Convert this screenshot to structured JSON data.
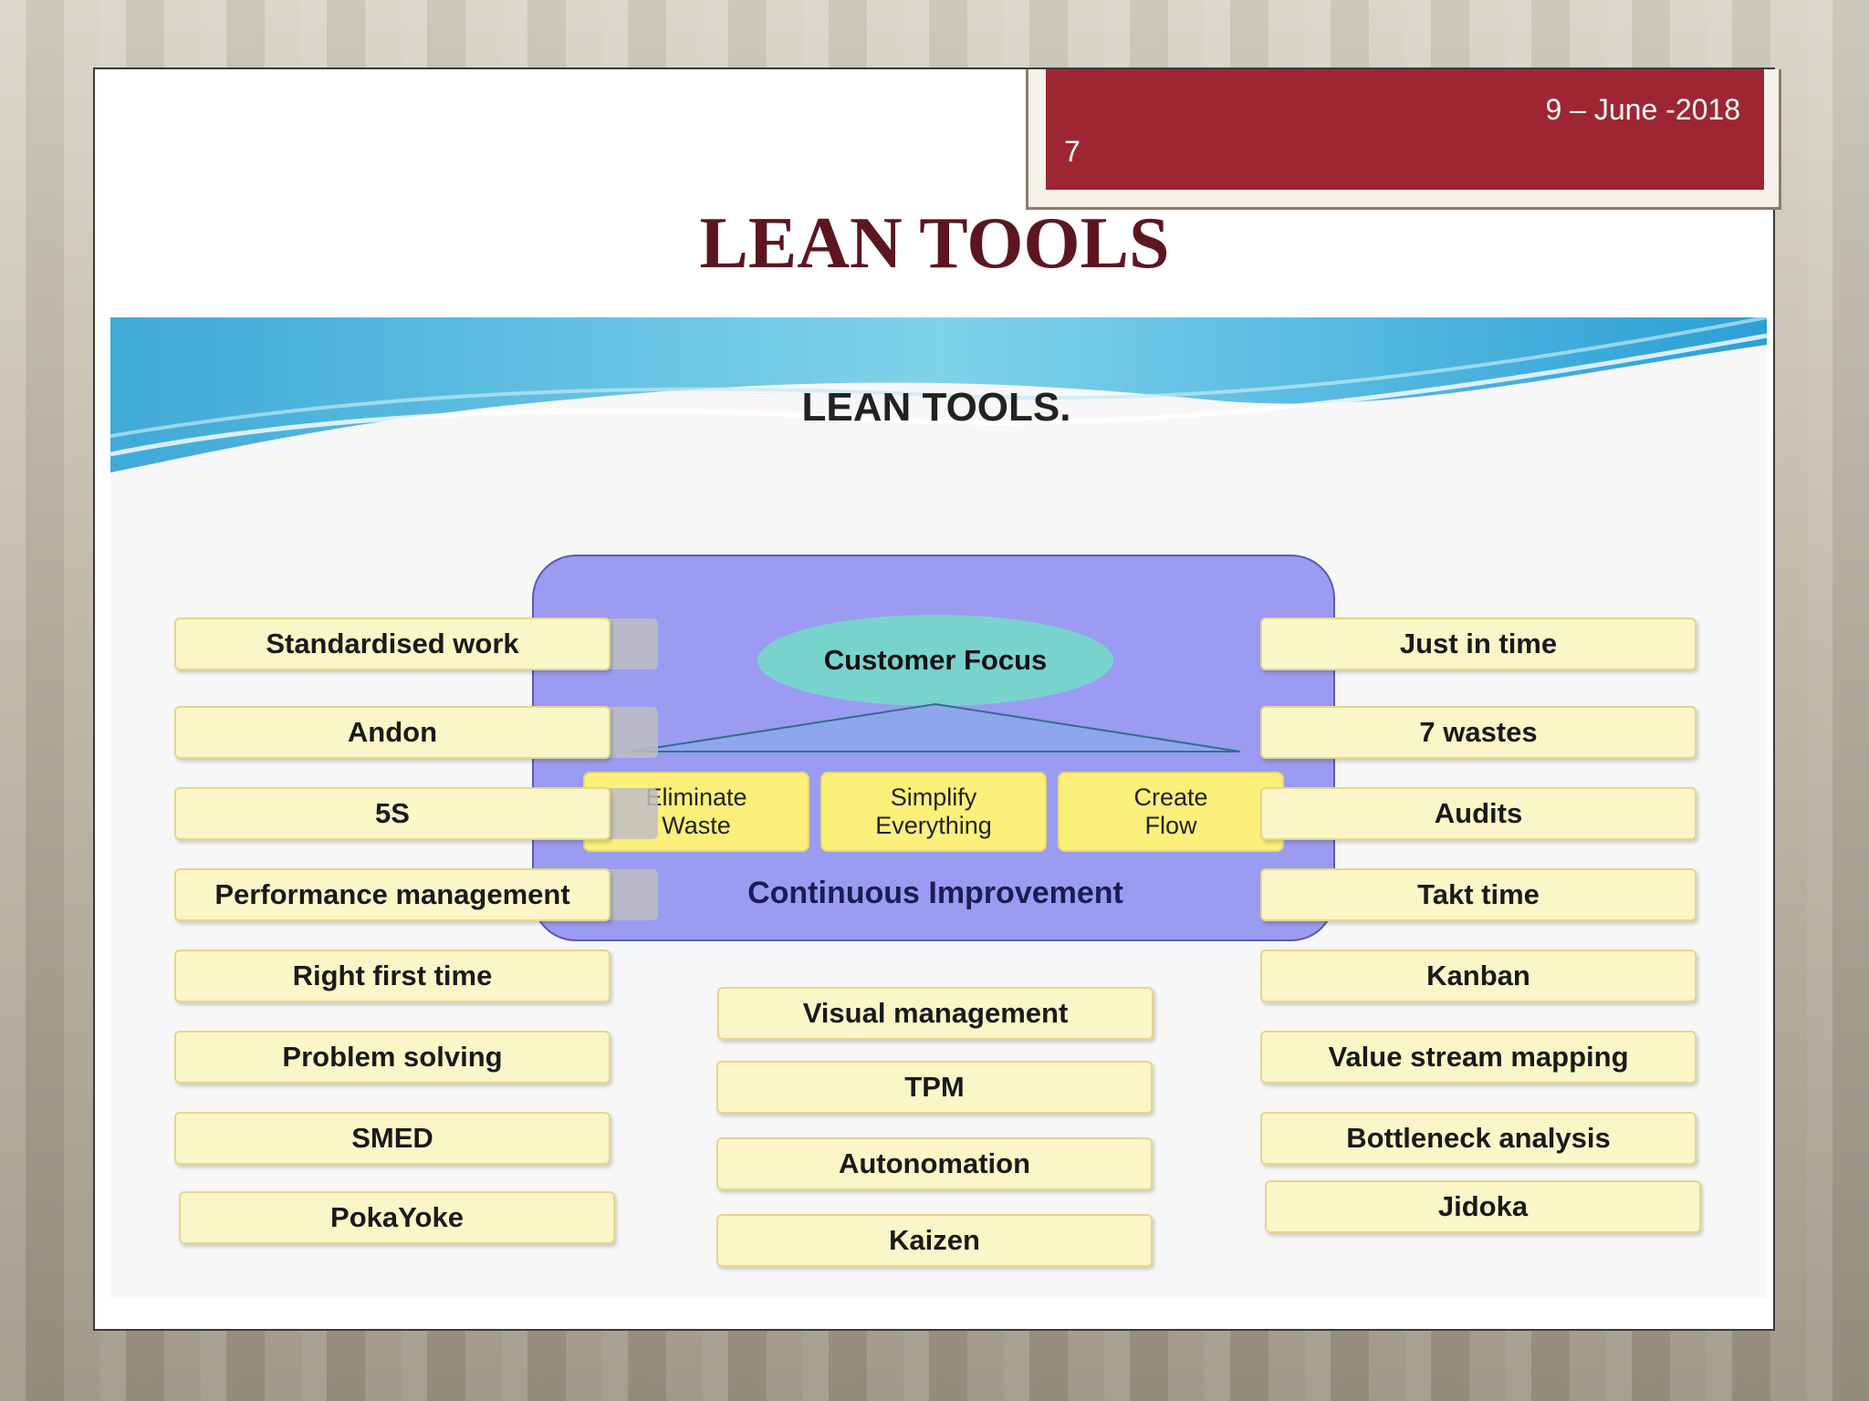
{
  "header": {
    "date": "9 – June -2018",
    "slide_number": "7"
  },
  "slide_title": "LEAN TOOLS",
  "diagram": {
    "title": "LEAN TOOLS.",
    "core": {
      "focus": "Customer Focus",
      "principles": [
        "Eliminate\nWaste",
        "Simplify\nEverything",
        "Create\nFlow"
      ],
      "footer": "Continuous Improvement"
    },
    "left_tools": [
      "Standardised work",
      "Andon",
      "5S",
      "Performance management",
      "Right first time",
      "Problem solving",
      "SMED",
      "PokaYoke"
    ],
    "right_tools": [
      "Just in time",
      "7 wastes",
      "Audits",
      "Takt time",
      "Kanban",
      "Value stream mapping",
      "Bottleneck analysis",
      "Jidoka"
    ],
    "center_tools": [
      "Visual management",
      "TPM",
      "Autonomation",
      "Kaizen"
    ]
  },
  "colors": {
    "header_red": "#9e2633",
    "title_maroon": "#5c1620",
    "core_blue": "#9b9bf2",
    "ellipse_teal": "#79d3cd",
    "box_yellow": "#fbf6c7"
  }
}
